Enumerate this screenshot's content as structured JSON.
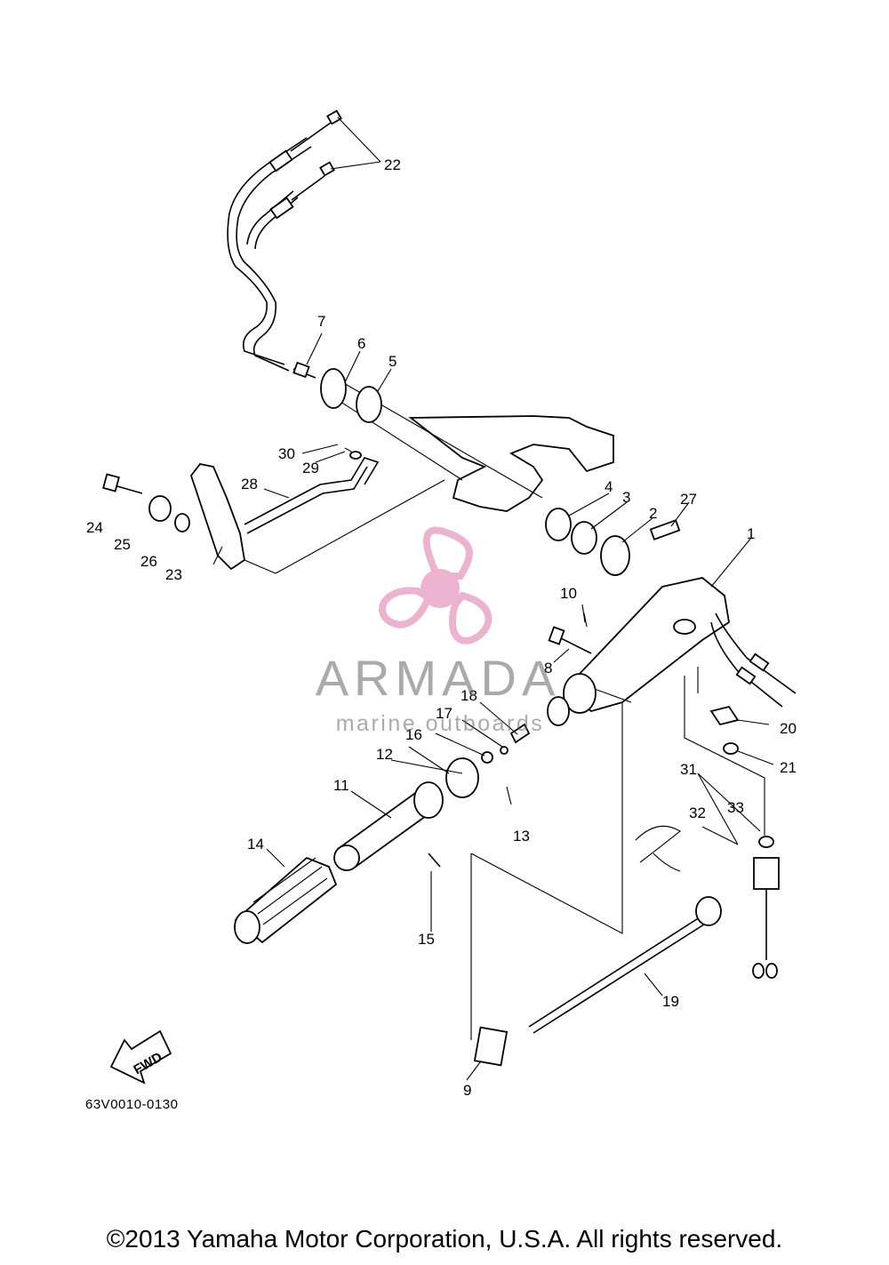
{
  "diagram": {
    "callouts": [
      "1",
      "2",
      "3",
      "4",
      "5",
      "6",
      "7",
      "8",
      "9",
      "10",
      "11",
      "12",
      "13",
      "14",
      "15",
      "16",
      "17",
      "18",
      "19",
      "20",
      "21",
      "22",
      "23",
      "24",
      "25",
      "26",
      "27",
      "28",
      "29",
      "30",
      "31",
      "32",
      "33"
    ],
    "direction_badge": "FWD",
    "code": "63V0010-0130"
  },
  "watermark": {
    "name": "ARMADA",
    "tagline": "marine outboards",
    "color": "#e8a6c8"
  },
  "copyright": "©2013 Yamaha Motor Corporation, U.S.A. All rights reserved."
}
